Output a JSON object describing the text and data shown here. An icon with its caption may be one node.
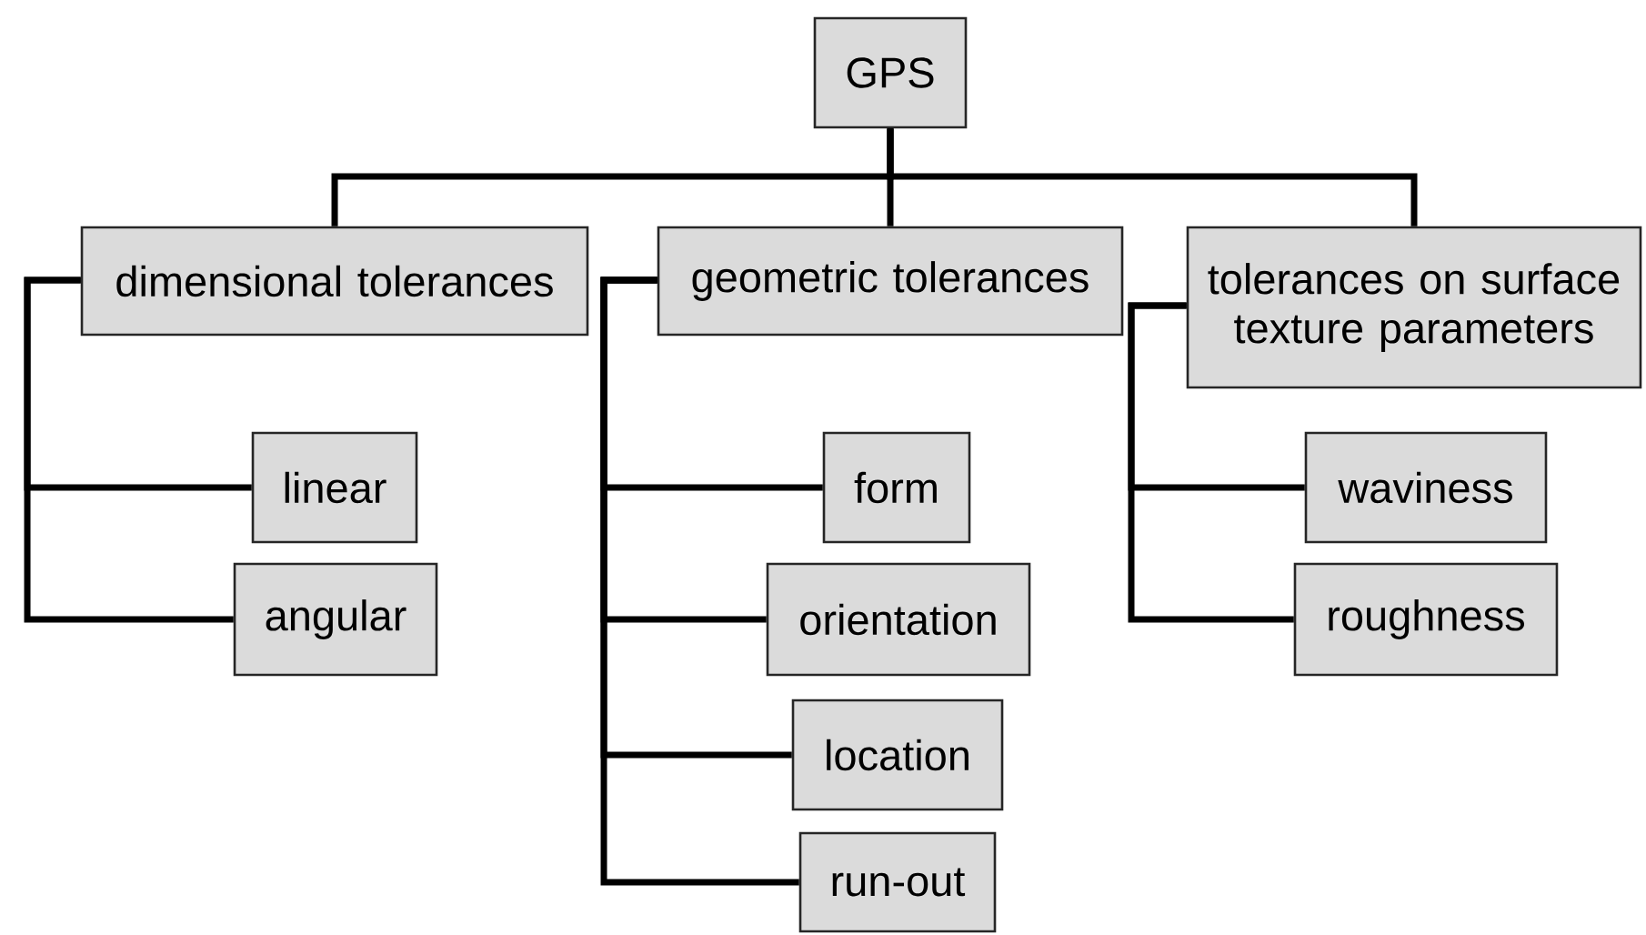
{
  "diagram": {
    "nodes": [
      {
        "text": [
          "GPS"
        ]
      },
      {
        "text": [
          "dimensional tolerances"
        ]
      },
      {
        "text": [
          "geometric tolerances"
        ]
      },
      {
        "text": [
          "tolerances on surface texture parameters"
        ]
      },
      {
        "text": [
          "linear"
        ]
      },
      {
        "text": [
          "angular"
        ]
      },
      {
        "text": [
          "form"
        ]
      },
      {
        "text": [
          "orientation"
        ]
      },
      {
        "text": [
          "location"
        ]
      },
      {
        "text": [
          "run-out"
        ]
      },
      {
        "text": [
          "waviness"
        ]
      },
      {
        "text": [
          "roughness"
        ]
      }
    ],
    "edges": [
      {
        "from": 0,
        "to": 1,
        "arrow": "none"
      },
      {
        "from": 0,
        "to": 2,
        "arrow": "none"
      },
      {
        "from": 0,
        "to": 3,
        "arrow": "none"
      },
      {
        "from": 1,
        "to": 4,
        "arrow": "none"
      },
      {
        "from": 1,
        "to": 5,
        "arrow": "none"
      },
      {
        "from": 2,
        "to": 6,
        "arrow": "none"
      },
      {
        "from": 2,
        "to": 7,
        "arrow": "none"
      },
      {
        "from": 2,
        "to": 8,
        "arrow": "none"
      },
      {
        "from": 2,
        "to": 9,
        "arrow": "none"
      },
      {
        "from": 3,
        "to": 10,
        "arrow": "none"
      },
      {
        "from": 3,
        "to": 11,
        "arrow": "none"
      }
    ]
  }
}
